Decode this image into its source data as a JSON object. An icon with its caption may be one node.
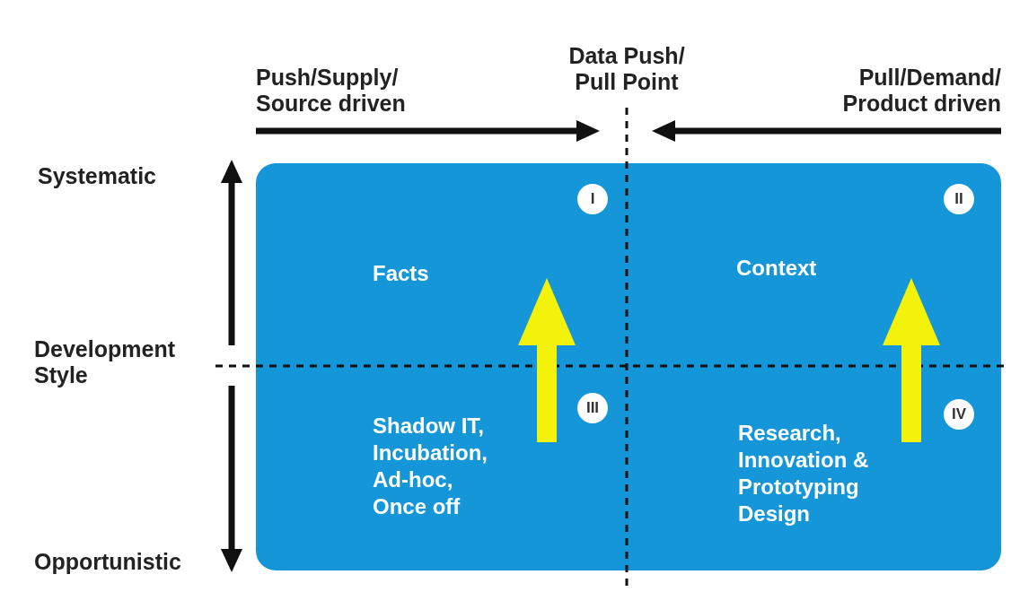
{
  "diagram": {
    "nodes": [
      {
        "text": [
          "I",
          "Facts"
        ]
      },
      {
        "text": [
          "II",
          "Context"
        ]
      },
      {
        "text": [
          "III",
          "Shadow IT, Incubation, Ad-hoc, Once off"
        ]
      },
      {
        "text": [
          "IV",
          "Research, Innovation & Prototyping Design"
        ]
      }
    ],
    "edges": [
      {
        "from": 2,
        "to": 0,
        "arrow": "to",
        "color": "#f2f20a"
      },
      {
        "from": 3,
        "to": 1,
        "arrow": "to",
        "color": "#f2f20a"
      }
    ],
    "labels": [
      "Push/Supply/ Source driven",
      "Data Push/ Pull Point",
      "Pull/Demand/ Product driven",
      "Systematic",
      "Development Style",
      "Opportunistic"
    ]
  }
}
